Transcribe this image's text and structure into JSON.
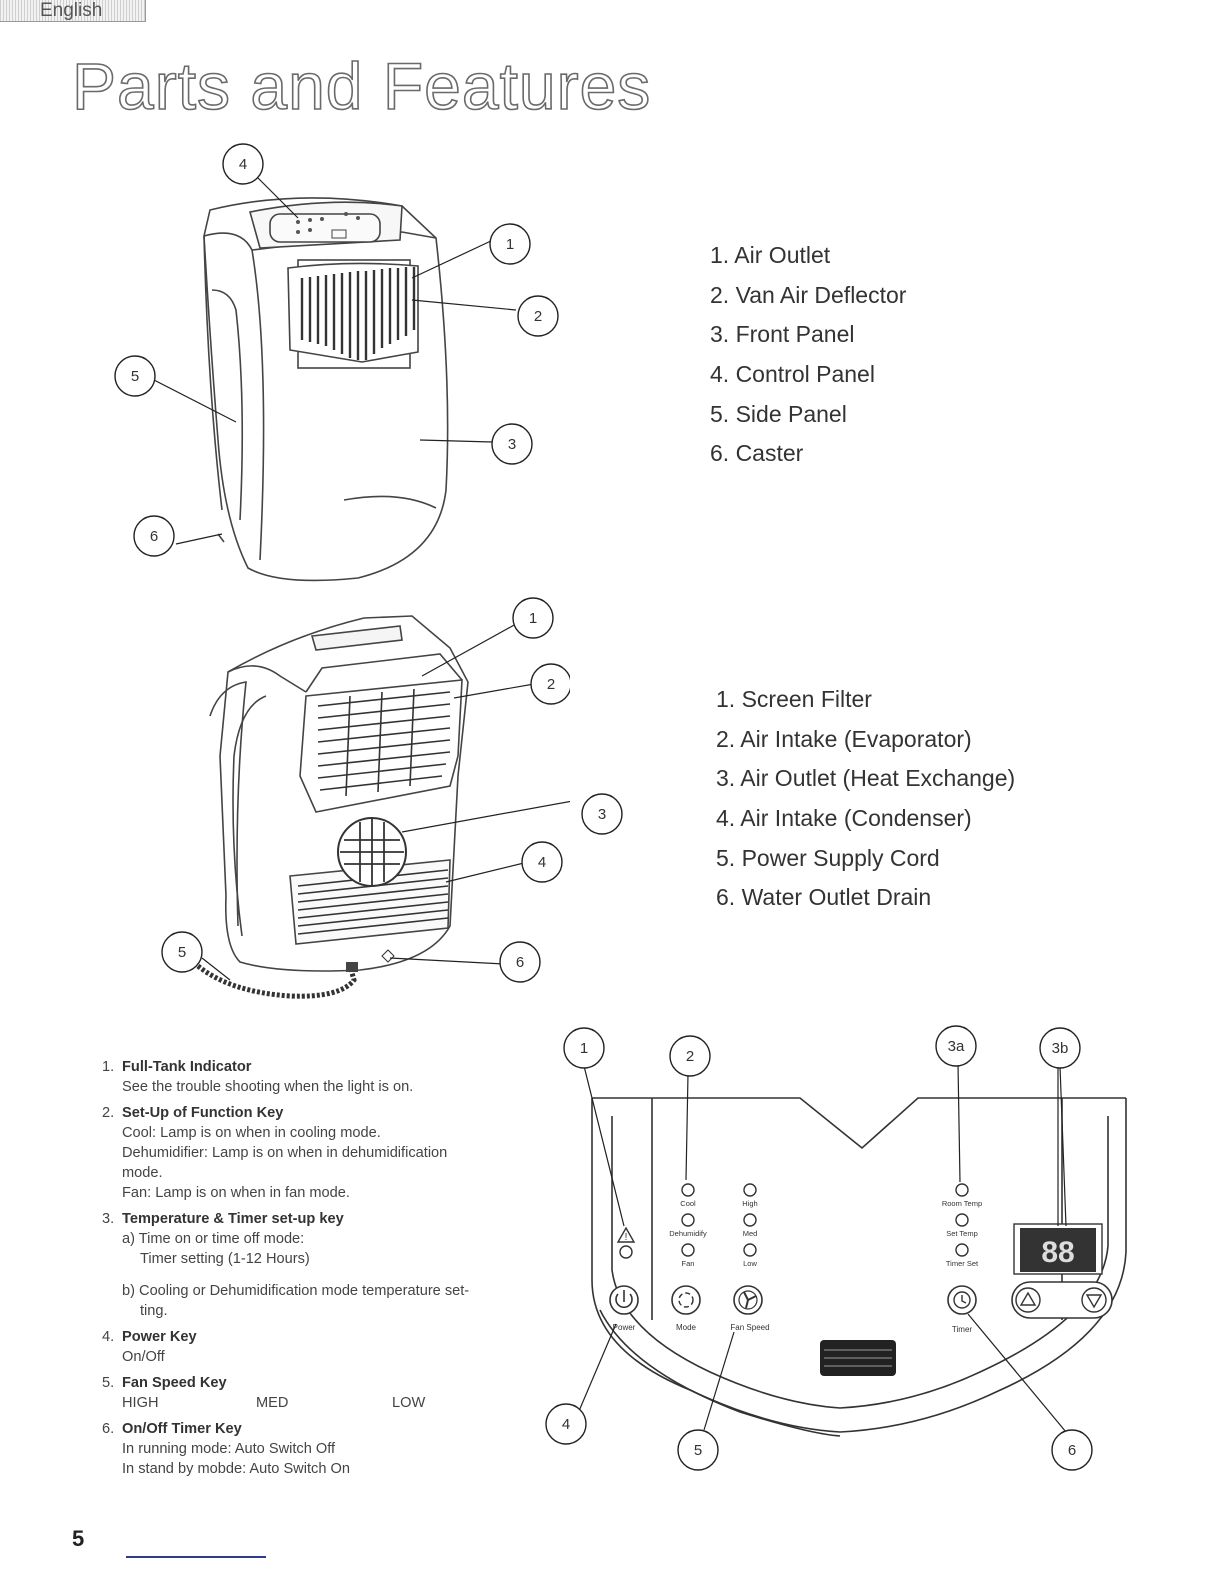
{
  "language_tab": "English",
  "title": "Parts and Features",
  "front_parts": [
    "1. Air Outlet",
    "2. Van Air Deflector",
    "3. Front Panel",
    "4. Control Panel",
    "5. Side Panel",
    "6. Caster"
  ],
  "rear_parts": [
    "1. Screen Filter",
    "2. Air Intake (Evaporator)",
    "3. Air Outlet (Heat Exchange)",
    "4. Air Intake (Condenser)",
    "5. Power Supply Cord",
    "6. Water Outlet Drain"
  ],
  "callouts": {
    "front": [
      "4",
      "1",
      "2",
      "5",
      "3",
      "6"
    ],
    "rear": [
      "1",
      "2",
      "3",
      "4",
      "5",
      "6"
    ],
    "panel": [
      "1",
      "2",
      "3a",
      "3b",
      "4",
      "5",
      "6"
    ]
  },
  "features": {
    "f1": {
      "num": "1.",
      "head": "Full-Tank Indicator",
      "l1": "See the trouble shooting when the light is on."
    },
    "f2": {
      "num": "2.",
      "head": "Set-Up of Function Key",
      "l1": "Cool: Lamp is on when in cooling mode.",
      "l2": "Dehumidifier: Lamp is on when in dehumidification",
      "l3": "mode.",
      "l4": "Fan: Lamp is on when in fan mode."
    },
    "f3": {
      "num": "3.",
      "head": "Temperature & Timer set-up key",
      "l1": "a) Time on or time off mode:",
      "l2": "Timer setting (1-12 Hours)",
      "l3": "b) Cooling or Dehumidification mode temperature set-",
      "l4": "ting."
    },
    "f4": {
      "num": "4.",
      "head": "Power Key",
      "l1": "On/Off"
    },
    "f5": {
      "num": "5.",
      "head": "Fan Speed Key",
      "s1": "HIGH",
      "s2": "MED",
      "s3": "LOW"
    },
    "f6": {
      "num": "6.",
      "head": "On/Off Timer Key",
      "l1": "In running mode:  Auto Switch Off",
      "l2": "In stand by mobde:  Auto Switch On"
    }
  },
  "panel": {
    "cool": "Cool",
    "dehumidify": "Dehumidify",
    "fan": "Fan",
    "high": "High",
    "med": "Med",
    "low": "Low",
    "room_temp": "Room Temp",
    "set_temp": "Set Temp",
    "timer_set": "Timer Set",
    "power": "Power",
    "mode": "Mode",
    "fan_speed": "Fan Speed",
    "timer": "Timer",
    "display": "88"
  },
  "page_number": "5"
}
